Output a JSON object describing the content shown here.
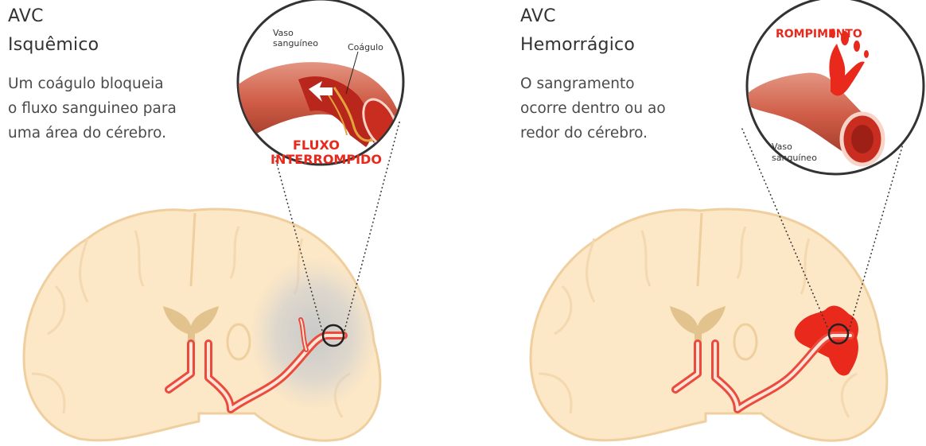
{
  "isquemico": {
    "title_line1": "AVC",
    "title_line2": "Isquêmico",
    "description": [
      "Um coágulo bloqueia",
      "o fluxo sanguineo para",
      "uma área do cérebro."
    ],
    "labels": {
      "vaso_line1": "Vaso",
      "vaso_line2": "sanguíneo",
      "coagulo": "Coágulo",
      "fluxo_line1": "FLUXO",
      "fluxo_line2": "INTERROMPIDO"
    }
  },
  "hemorragico": {
    "title_line1": "AVC",
    "title_line2": "Hemorrágico",
    "description": [
      "O sangramento",
      "ocorre dentro ou ao",
      "redor do cérebro."
    ],
    "labels": {
      "rompimento": "ROMPIMENTO",
      "vaso_line1": "Vaso",
      "vaso_line2": "sanguíneo"
    }
  },
  "colors": {
    "brain_fill": "#fce7c6",
    "brain_stroke": "#f0cf9f",
    "ventricle": "#e2c38e",
    "artery_red": "#ea4b3c",
    "blood_red": "#e8291c",
    "vessel": "#cd5d48",
    "text": "#333333",
    "label_red": "#e8291c"
  }
}
